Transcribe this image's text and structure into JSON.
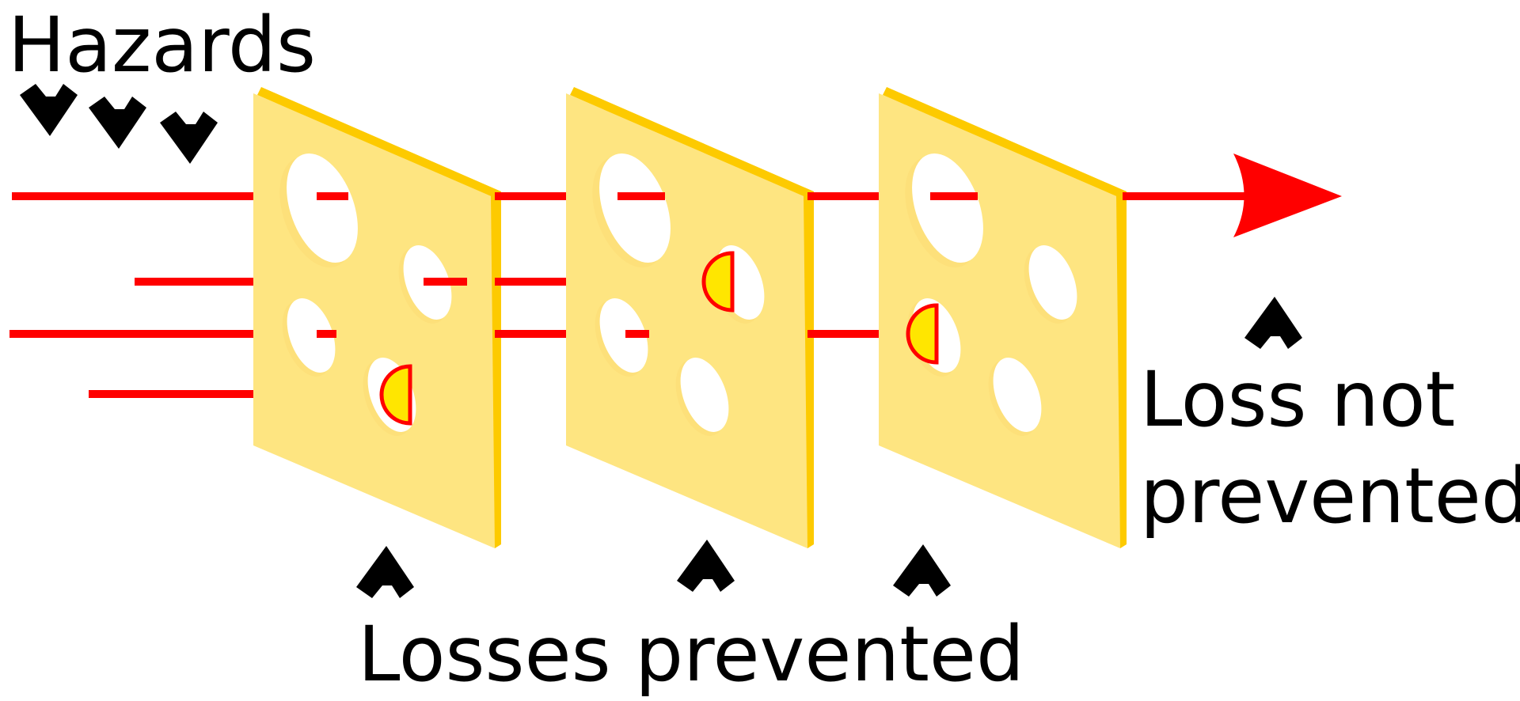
{
  "labels": {
    "hazards": "Hazards",
    "losses_prevented": "Losses prevented",
    "loss_not_prevented_line1": "Loss not",
    "loss_not_prevented_line2": "prevented"
  },
  "slices": [
    {
      "name": "defense-layer-1"
    },
    {
      "name": "defense-layer-2"
    },
    {
      "name": "defense-layer-3"
    }
  ],
  "hazard_paths": [
    {
      "name": "hazard-path-1",
      "outcome": "passes all layers"
    },
    {
      "name": "hazard-path-2",
      "outcome": "stopped at layer 2"
    },
    {
      "name": "hazard-path-3",
      "outcome": "stopped at layer 3"
    },
    {
      "name": "hazard-path-4",
      "outcome": "stopped at layer 1"
    }
  ],
  "colors": {
    "slice": "#fee581",
    "slice_edge": "#fdca00",
    "hazard_line": "#ff0000",
    "stop_marker": "#ffe600",
    "text": "#000000"
  }
}
